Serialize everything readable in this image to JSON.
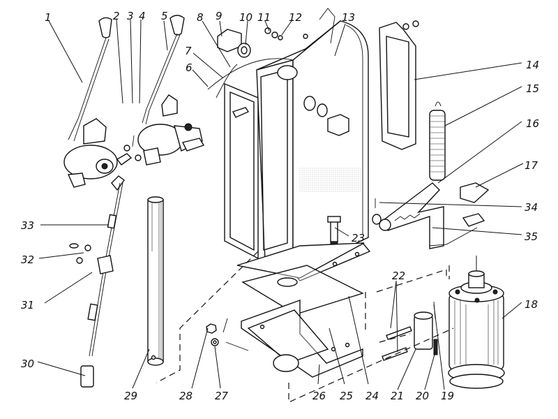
{
  "diagram": {
    "type": "exploded-parts-assembly",
    "labels": [
      {
        "id": "1",
        "text": "1"
      },
      {
        "id": "2",
        "text": "2"
      },
      {
        "id": "3",
        "text": "3"
      },
      {
        "id": "4",
        "text": "4"
      },
      {
        "id": "5",
        "text": "5"
      },
      {
        "id": "6",
        "text": "6"
      },
      {
        "id": "7",
        "text": "7"
      },
      {
        "id": "8",
        "text": "8"
      },
      {
        "id": "9",
        "text": "9"
      },
      {
        "id": "10",
        "text": "10"
      },
      {
        "id": "11",
        "text": "11"
      },
      {
        "id": "12",
        "text": "12"
      },
      {
        "id": "13",
        "text": "13"
      },
      {
        "id": "14",
        "text": "14"
      },
      {
        "id": "15",
        "text": "15"
      },
      {
        "id": "16",
        "text": "16"
      },
      {
        "id": "17",
        "text": "17"
      },
      {
        "id": "18",
        "text": "18"
      },
      {
        "id": "19",
        "text": "19"
      },
      {
        "id": "20",
        "text": "20"
      },
      {
        "id": "21",
        "text": "21"
      },
      {
        "id": "22",
        "text": "22"
      },
      {
        "id": "23",
        "text": "23"
      },
      {
        "id": "24",
        "text": "24"
      },
      {
        "id": "25",
        "text": "25"
      },
      {
        "id": "26",
        "text": "26"
      },
      {
        "id": "27",
        "text": "27"
      },
      {
        "id": "28",
        "text": "28"
      },
      {
        "id": "29",
        "text": "29"
      },
      {
        "id": "30",
        "text": "30"
      },
      {
        "id": "31",
        "text": "31"
      },
      {
        "id": "32",
        "text": "32"
      },
      {
        "id": "33",
        "text": "33"
      },
      {
        "id": "34",
        "text": "34"
      },
      {
        "id": "35",
        "text": "35"
      }
    ],
    "colors": {
      "ink": "#111111",
      "paper": "#ffffff"
    }
  }
}
